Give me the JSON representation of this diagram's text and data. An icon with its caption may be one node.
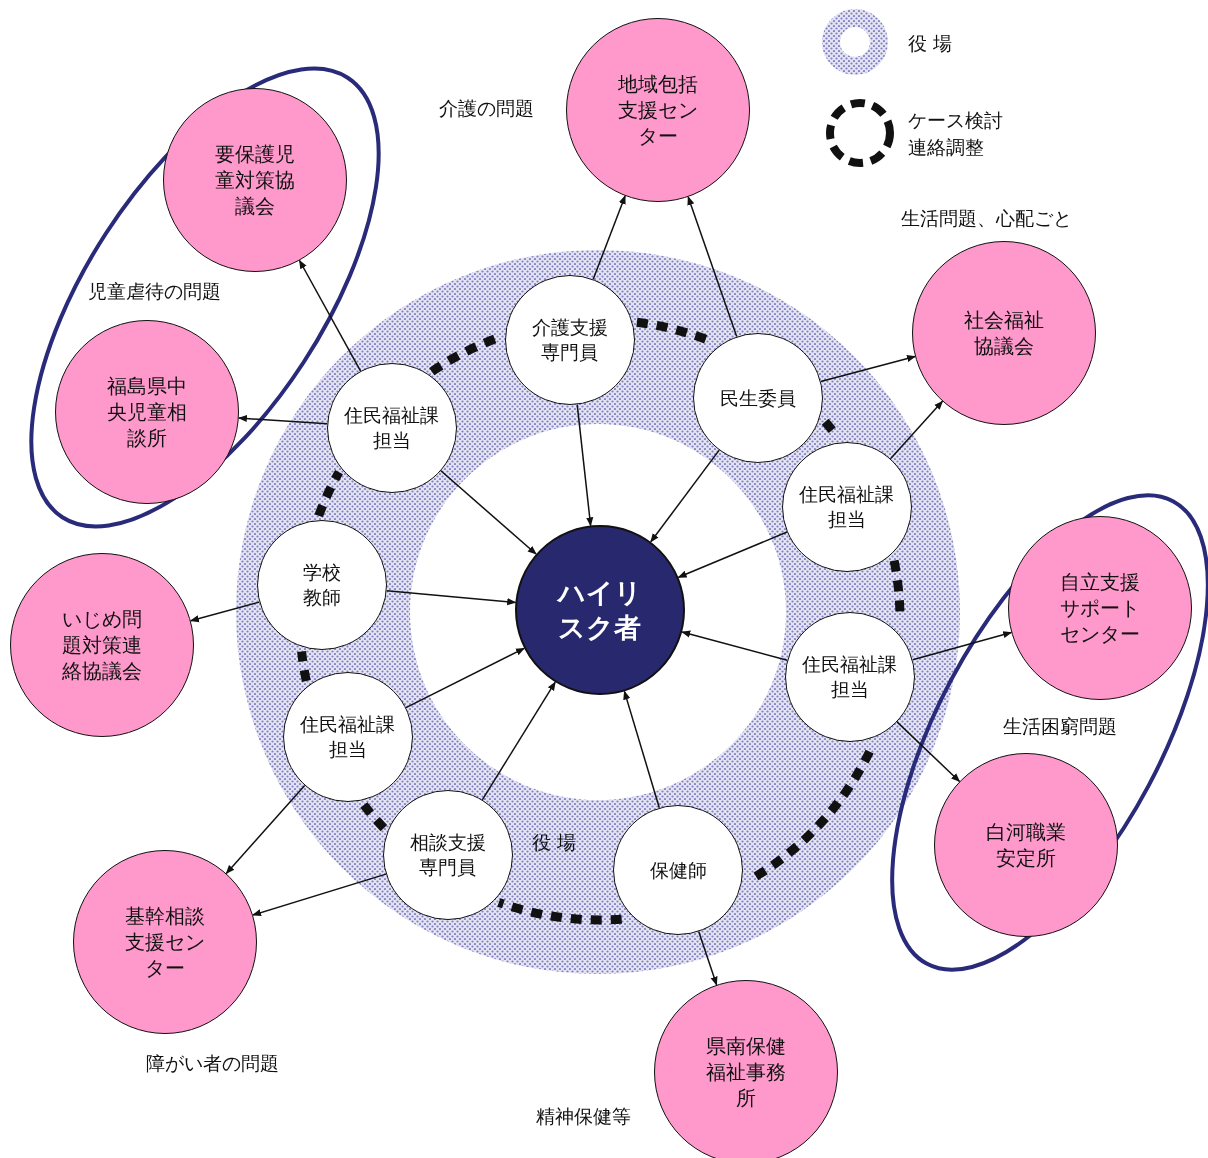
{
  "diagram": {
    "nodes": [
      {
        "text": [
          "役 場"
        ]
      },
      {
        "text": [
          "児童虐待の問題"
        ]
      },
      {
        "text": [
          "生活困窮問題"
        ]
      },
      {
        "text": [
          "ハイリスク者"
        ],
        "in": 0
      },
      {
        "text": [
          "介護支援専門員"
        ],
        "in": 0
      },
      {
        "text": [
          "民生委員"
        ],
        "in": 0
      },
      {
        "text": [
          "住民福祉課担当"
        ],
        "in": 0
      },
      {
        "text": [
          "住民福祉課担当"
        ],
        "in": 0
      },
      {
        "text": [
          "学校教師"
        ],
        "in": 0
      },
      {
        "text": [
          "住民福祉課担当"
        ],
        "in": 0
      },
      {
        "text": [
          "住民福祉課担当"
        ],
        "in": 0
      },
      {
        "text": [
          "相談支援専門員"
        ],
        "in": 0
      },
      {
        "text": [
          "保健師"
        ],
        "in": 0
      },
      {
        "text": [
          "地域包括支援センター"
        ],
        "beside": [
          "介護の問題"
        ]
      },
      {
        "text": [
          "要保護児童対策協議会"
        ],
        "in": 1
      },
      {
        "text": [
          "福島県中央児童相談所"
        ],
        "in": 1
      },
      {
        "text": [
          "社会福祉協議会"
        ],
        "beside": [
          "生活問題、心配ごと"
        ]
      },
      {
        "text": [
          "いじめ問題対策連絡協議会"
        ]
      },
      {
        "text": [
          "自立支援サポートセンター"
        ],
        "in": 2
      },
      {
        "text": [
          "白河職業安定所"
        ],
        "in": 2
      },
      {
        "text": [
          "基幹相談支援センター"
        ],
        "beside": [
          "障がい者の問題"
        ]
      },
      {
        "text": [
          "県南保健福祉事務所"
        ],
        "beside": [
          "精神保健等"
        ]
      }
    ],
    "edges": [
      {
        "from": 4,
        "to": 13,
        "arrow": "to"
      },
      {
        "from": 5,
        "to": 13,
        "arrow": "to"
      },
      {
        "from": 4,
        "to": 3,
        "arrow": "to"
      },
      {
        "from": 5,
        "to": 3,
        "arrow": "to"
      },
      {
        "from": 5,
        "to": 16,
        "arrow": "to"
      },
      {
        "from": 6,
        "to": 14,
        "arrow": "to"
      },
      {
        "from": 6,
        "to": 15,
        "arrow": "to"
      },
      {
        "from": 6,
        "to": 3,
        "arrow": "to"
      },
      {
        "from": 7,
        "to": 16,
        "arrow": "to"
      },
      {
        "from": 7,
        "to": 3,
        "arrow": "to"
      },
      {
        "from": 8,
        "to": 17,
        "arrow": "to"
      },
      {
        "from": 8,
        "to": 3,
        "arrow": "to"
      },
      {
        "from": 9,
        "to": 3,
        "arrow": "to"
      },
      {
        "from": 9,
        "to": 18,
        "arrow": "to"
      },
      {
        "from": 9,
        "to": 19,
        "arrow": "to"
      },
      {
        "from": 10,
        "to": 3,
        "arrow": "to"
      },
      {
        "from": 10,
        "to": 20,
        "arrow": "to"
      },
      {
        "from": 11,
        "to": 3,
        "arrow": "to"
      },
      {
        "from": 11,
        "to": 20,
        "arrow": "to"
      },
      {
        "from": 12,
        "to": 3,
        "arrow": "to"
      },
      {
        "from": 12,
        "to": 21,
        "arrow": "to"
      },
      {
        "from": 6,
        "to": 4,
        "arrow": "none",
        "style": "dashed"
      },
      {
        "from": 4,
        "to": 5,
        "arrow": "none",
        "style": "dashed"
      },
      {
        "from": 5,
        "to": 7,
        "arrow": "none",
        "style": "dashed"
      },
      {
        "from": 7,
        "to": 9,
        "arrow": "none",
        "style": "dashed"
      },
      {
        "from": 9,
        "to": 12,
        "arrow": "none",
        "style": "dashed"
      },
      {
        "from": 12,
        "to": 11,
        "arrow": "none",
        "style": "dashed"
      },
      {
        "from": 11,
        "to": 10,
        "arrow": "none",
        "style": "dashed"
      },
      {
        "from": 10,
        "to": 8,
        "arrow": "none",
        "style": "dashed"
      },
      {
        "from": 8,
        "to": 6,
        "arrow": "none",
        "style": "dashed"
      }
    ],
    "legend": [
      {
        "text": "役 場"
      },
      {
        "text": "ケース検討連絡調整"
      }
    ]
  }
}
